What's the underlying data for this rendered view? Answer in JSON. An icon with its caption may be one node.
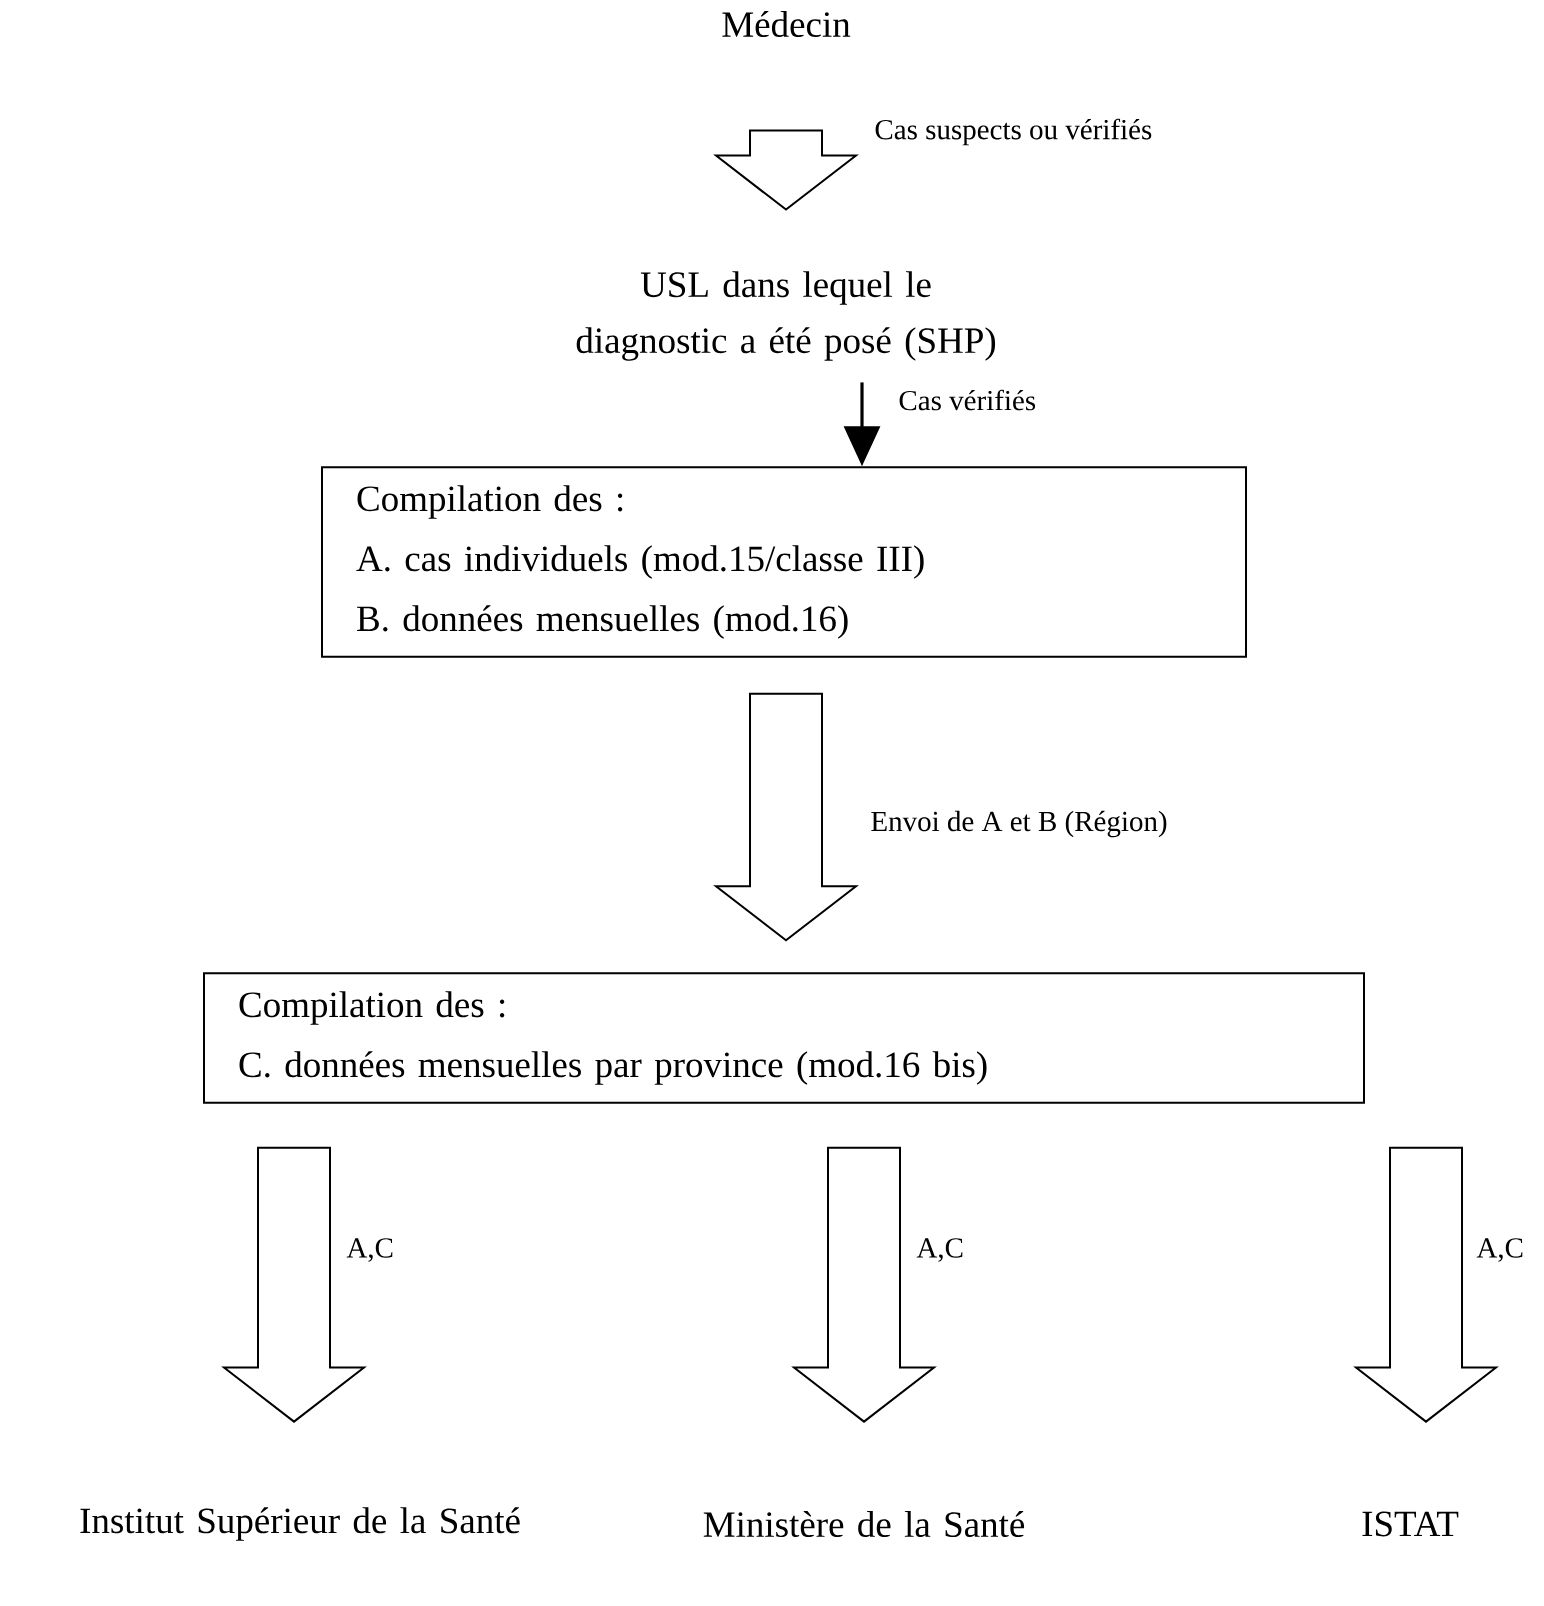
{
  "diagram": {
    "nodes": [
      {
        "text": [
          "Médecin"
        ]
      },
      {
        "text": [
          "USL dans lequel le diagnostic a été posé (SHP)"
        ]
      },
      {
        "text": [
          "Compilation des :",
          "A. cas individuels (mod.15/classe III)",
          "B. données mensuelles (mod.16)"
        ]
      },
      {
        "text": [
          "Compilation des :",
          "C. données mensuelles par province (mod.16 bis)"
        ]
      },
      {
        "text": [
          "Institut Supérieur de la Santé"
        ]
      },
      {
        "text": [
          "Ministère de la Santé"
        ]
      },
      {
        "text": [
          "ISTAT"
        ]
      }
    ],
    "edges": [
      {
        "from": 0,
        "to": 1,
        "arrow": "to",
        "label": "Cas suspects ou vérifiés"
      },
      {
        "from": 1,
        "to": 2,
        "arrow": "to",
        "label": "Cas vérifiés"
      },
      {
        "from": 2,
        "to": 3,
        "arrow": "to",
        "label": "Envoi de A et B (Région)"
      },
      {
        "from": 3,
        "to": 4,
        "arrow": "to",
        "label": "A,C"
      },
      {
        "from": 3,
        "to": 5,
        "arrow": "to",
        "label": "A,C"
      },
      {
        "from": 3,
        "to": 6,
        "arrow": "to",
        "label": "A,C"
      }
    ]
  }
}
